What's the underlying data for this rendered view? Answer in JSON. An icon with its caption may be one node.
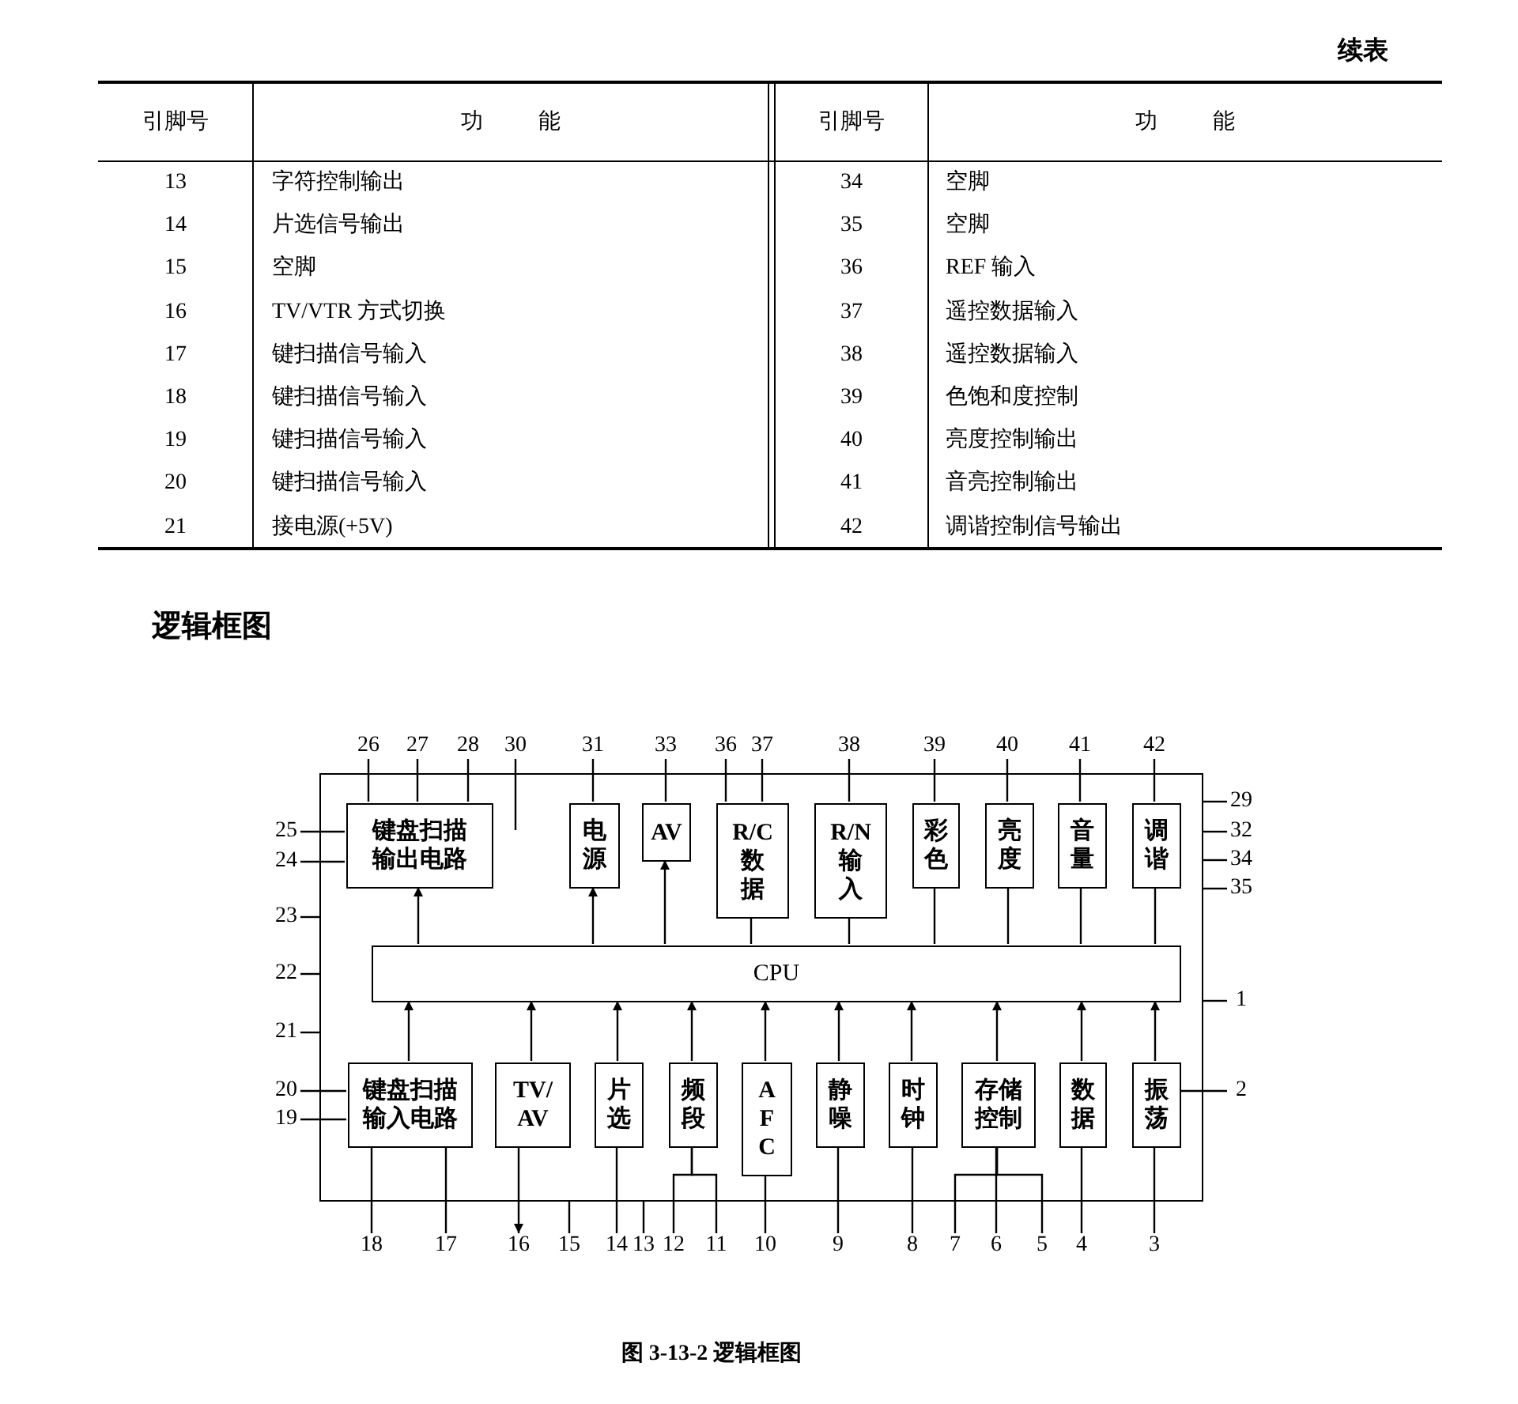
{
  "diagram": {
    "title": "逻辑框图",
    "caption": "图 3-13-2 逻辑框图",
    "nodes": [
      {
        "text": [
          "26"
        ]
      },
      {
        "text": [
          "27"
        ]
      },
      {
        "text": [
          "28"
        ]
      },
      {
        "text": [
          "30"
        ]
      },
      {
        "text": [
          "31"
        ]
      },
      {
        "text": [
          "33"
        ]
      },
      {
        "text": [
          "36"
        ]
      },
      {
        "text": [
          "37"
        ]
      },
      {
        "text": [
          "38"
        ]
      },
      {
        "text": [
          "39"
        ]
      },
      {
        "text": [
          "40"
        ]
      },
      {
        "text": [
          "41"
        ]
      },
      {
        "text": [
          "42"
        ]
      },
      {
        "text": [],
        "shape": "box"
      },
      {
        "text": [
          "29"
        ]
      },
      {
        "text": [
          "25"
        ]
      },
      {
        "text": [
          "键盘扫描输出电路"
        ],
        "in": 13
      },
      {
        "text": [
          "电源"
        ],
        "in": 13
      },
      {
        "text": [
          "AV"
        ],
        "in": 13
      },
      {
        "text": [
          "R/C数据"
        ],
        "in": 13
      },
      {
        "text": [
          "R/N输入"
        ],
        "in": 13
      },
      {
        "text": [
          "彩色"
        ],
        "in": 13
      },
      {
        "text": [
          "亮度"
        ],
        "in": 13
      },
      {
        "text": [
          "音量"
        ],
        "in": 13
      },
      {
        "text": [
          "调谐"
        ],
        "in": 13
      },
      {
        "text": [
          "32"
        ]
      },
      {
        "text": [
          "24"
        ]
      },
      {
        "text": [
          "34"
        ]
      },
      {
        "text": [
          "35"
        ]
      },
      {
        "text": [
          "23"
        ]
      },
      {
        "text": [
          "22"
        ]
      },
      {
        "text": [
          "CPU"
        ],
        "in": 13
      },
      {
        "text": [
          "1"
        ]
      },
      {
        "text": [
          "21"
        ]
      },
      {
        "text": [
          "20"
        ]
      },
      {
        "text": [
          "键盘扫描输入电路"
        ],
        "in": 13
      },
      {
        "text": [
          "TV/AV"
        ],
        "in": 13
      },
      {
        "text": [
          "片选"
        ],
        "in": 13
      },
      {
        "text": [
          "频段"
        ],
        "in": 13
      },
      {
        "text": [
          "AFC"
        ],
        "in": 13
      },
      {
        "text": [
          "静噪"
        ],
        "in": 13
      },
      {
        "text": [
          "时钟"
        ],
        "in": 13
      },
      {
        "text": [
          "存储控制"
        ],
        "in": 13
      },
      {
        "text": [
          "数据"
        ],
        "in": 13
      },
      {
        "text": [
          "振荡"
        ],
        "in": 13
      },
      {
        "text": [
          "2"
        ]
      },
      {
        "text": [
          "19"
        ]
      },
      {
        "text": [
          "18"
        ]
      },
      {
        "text": [
          "17"
        ]
      },
      {
        "text": [
          "16"
        ]
      },
      {
        "text": [
          "15"
        ]
      },
      {
        "text": [
          "14"
        ]
      },
      {
        "text": [
          "13"
        ]
      },
      {
        "text": [
          "12"
        ]
      },
      {
        "text": [
          "11"
        ]
      },
      {
        "text": [
          "10"
        ]
      },
      {
        "text": [
          "9"
        ]
      },
      {
        "text": [
          "8"
        ]
      },
      {
        "text": [
          "7"
        ]
      },
      {
        "text": [
          "6"
        ]
      },
      {
        "text": [
          "5"
        ]
      },
      {
        "text": [
          "4"
        ]
      },
      {
        "text": [
          "3"
        ]
      }
    ],
    "edges": [
      {
        "from": 0,
        "to": 16,
        "arrow": "none"
      },
      {
        "from": 1,
        "to": 16,
        "arrow": "none"
      },
      {
        "from": 2,
        "to": 16,
        "arrow": "none"
      },
      {
        "from": 3,
        "to": null,
        "arrow": "none"
      },
      {
        "from": 4,
        "to": 17,
        "arrow": "none"
      },
      {
        "from": 5,
        "to": 18,
        "arrow": "none"
      },
      {
        "from": 6,
        "to": 19,
        "arrow": "none"
      },
      {
        "from": 7,
        "to": 19,
        "arrow": "none"
      },
      {
        "from": 8,
        "to": 20,
        "arrow": "none"
      },
      {
        "from": 9,
        "to": 21,
        "arrow": "none"
      },
      {
        "from": 10,
        "to": 22,
        "arrow": "none"
      },
      {
        "from": 11,
        "to": 23,
        "arrow": "none"
      },
      {
        "from": 12,
        "to": 24,
        "arrow": "none"
      },
      {
        "from": 14,
        "to": 13,
        "arrow": "none"
      },
      {
        "from": 25,
        "to": 13,
        "arrow": "none"
      },
      {
        "from": 27,
        "to": 13,
        "arrow": "none"
      },
      {
        "from": 28,
        "to": 13,
        "arrow": "none"
      },
      {
        "from": 15,
        "to": 16,
        "arrow": "none"
      },
      {
        "from": 26,
        "to": 16,
        "arrow": "none"
      },
      {
        "from": 29,
        "to": 13,
        "arrow": "none"
      },
      {
        "from": 30,
        "to": 13,
        "arrow": "none"
      },
      {
        "from": 33,
        "to": 13,
        "arrow": "none"
      },
      {
        "from": 34,
        "to": 35,
        "arrow": "none"
      },
      {
        "from": 46,
        "to": 35,
        "arrow": "none"
      },
      {
        "from": 32,
        "to": 13,
        "arrow": "none"
      },
      {
        "from": 45,
        "to": 44,
        "arrow": "none"
      },
      {
        "from": 31,
        "to": 16,
        "arrow": "to"
      },
      {
        "from": 31,
        "to": 17,
        "arrow": "to"
      },
      {
        "from": 31,
        "to": 18,
        "arrow": "to"
      },
      {
        "from": 31,
        "to": 19,
        "arrow": "none"
      },
      {
        "from": 31,
        "to": 20,
        "arrow": "none"
      },
      {
        "from": 31,
        "to": 21,
        "arrow": "none"
      },
      {
        "from": 31,
        "to": 22,
        "arrow": "none"
      },
      {
        "from": 31,
        "to": 23,
        "arrow": "none"
      },
      {
        "from": 31,
        "to": 24,
        "arrow": "none"
      },
      {
        "from": 35,
        "to": 31,
        "arrow": "to"
      },
      {
        "from": 36,
        "to": 31,
        "arrow": "to"
      },
      {
        "from": 37,
        "to": 31,
        "arrow": "to"
      },
      {
        "from": 38,
        "to": 31,
        "arrow": "to"
      },
      {
        "from": 39,
        "to": 31,
        "arrow": "to"
      },
      {
        "from": 40,
        "to": 31,
        "arrow": "to"
      },
      {
        "from": 41,
        "to": 31,
        "arrow": "to"
      },
      {
        "from": 42,
        "to": 31,
        "arrow": "to"
      },
      {
        "from": 43,
        "to": 31,
        "arrow": "to"
      },
      {
        "from": 44,
        "to": 31,
        "arrow": "to"
      },
      {
        "from": 35,
        "to": 47,
        "arrow": "none"
      },
      {
        "from": 35,
        "to": 48,
        "arrow": "none"
      },
      {
        "from": 36,
        "to": 49,
        "arrow": "to"
      },
      {
        "from": 50,
        "to": 13,
        "arrow": "none"
      },
      {
        "from": 37,
        "to": 51,
        "arrow": "none"
      },
      {
        "from": 52,
        "to": 13,
        "arrow": "none"
      },
      {
        "from": 38,
        "to": 53,
        "arrow": "none"
      },
      {
        "from": 38,
        "to": 54,
        "arrow": "none"
      },
      {
        "from": 39,
        "to": 55,
        "arrow": "none"
      },
      {
        "from": 40,
        "to": 56,
        "arrow": "none"
      },
      {
        "from": 41,
        "to": 57,
        "arrow": "none"
      },
      {
        "from": 42,
        "to": 58,
        "arrow": "none"
      },
      {
        "from": 42,
        "to": 59,
        "arrow": "none"
      },
      {
        "from": 42,
        "to": 60,
        "arrow": "none"
      },
      {
        "from": 43,
        "to": 61,
        "arrow": "none"
      },
      {
        "from": 44,
        "to": 62,
        "arrow": "none"
      }
    ],
    "labels": [
      "续表",
      "引脚号",
      "功能",
      "引脚号",
      "功能",
      "13",
      "字符控制输出",
      "34",
      "空脚",
      "14",
      "片选信号输出",
      "35",
      "空脚",
      "15",
      "空脚",
      "36",
      "REF 输入",
      "16",
      "TV/VTR 方式切换",
      "37",
      "遥控数据输入",
      "17",
      "键扫描信号输入",
      "38",
      "遥控数据输入",
      "18",
      "键扫描信号输入",
      "39",
      "色饱和度控制",
      "19",
      "键扫描信号输入",
      "40",
      "亮度控制输出",
      "20",
      "键扫描信号输入",
      "41",
      "音亮控制输出",
      "21",
      "接电源(+5V)",
      "42",
      "调谐控制信号输出"
    ]
  }
}
